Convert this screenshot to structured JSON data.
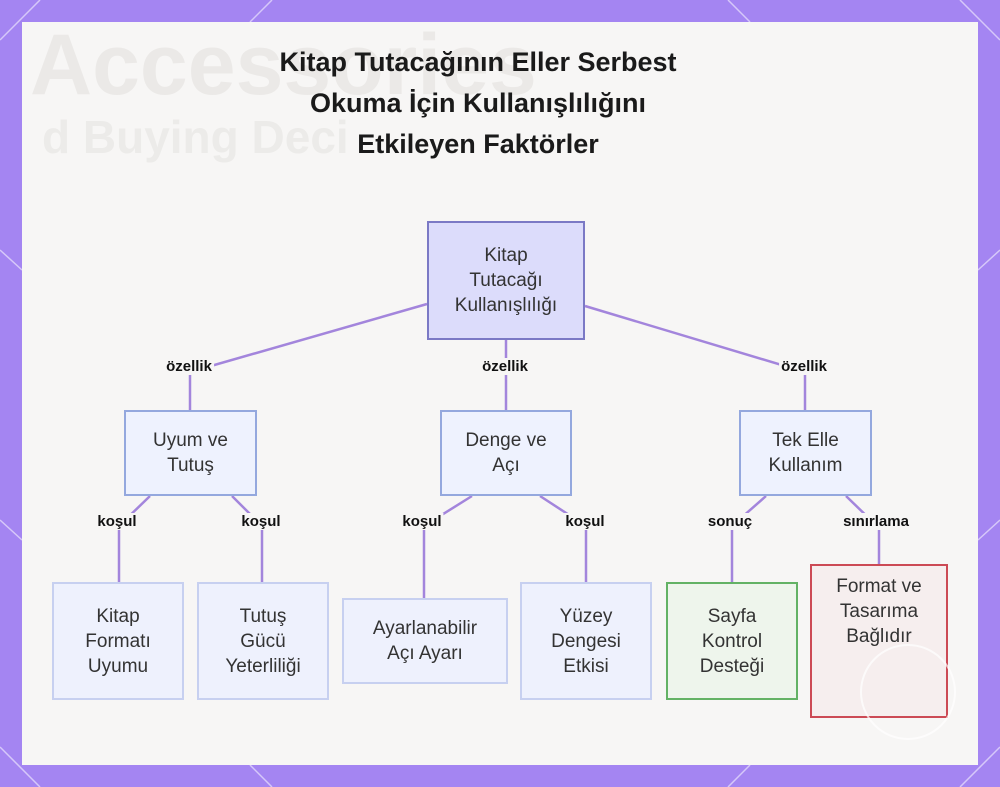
{
  "title_lines": [
    "Kitap Tutacağının Eller Serbest",
    "Okuma İçin Kullanışlılığını",
    "Etkileyen Faktörler"
  ],
  "background_text": {
    "line1": "Accessories",
    "line2": "d Buying Deci"
  },
  "colors": {
    "frame": "#a485f2",
    "edge": "#a385dc",
    "root_fill": "#dcdcfb",
    "positive_border": "#63b265",
    "negative_border": "#cc4a55"
  },
  "nodes": {
    "root": "Kitap Tutacağı Kullanışlılığı",
    "fit": "Uyum ve Tutuş",
    "balance": "Denge ve Açı",
    "onehand": "Tek Elle Kullanım",
    "format_fit": "Kitap Formatı Uyumu",
    "grip": "Tutuş Gücü Yeterliliği",
    "angle": "Ayarlanabilir Açı Ayarı",
    "surface": "Yüzey Dengesi Etkisi",
    "page_control": "Sayfa Kontrol Desteği",
    "design_limit": "Format ve Tasarıma Bağlıdır"
  },
  "edge_labels": {
    "root_fit": "özellik",
    "root_balance": "özellik",
    "root_onehand": "özellik",
    "fit_format": "koşul",
    "fit_grip": "koşul",
    "balance_angle": "koşul",
    "balance_surface": "koşul",
    "onehand_page": "sonuç",
    "onehand_design": "sınırlama"
  }
}
